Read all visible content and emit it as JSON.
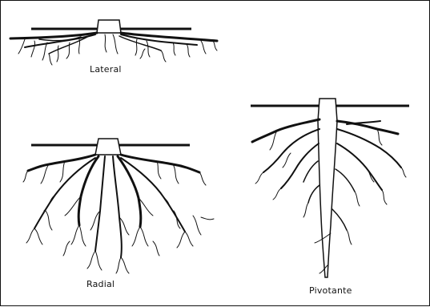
{
  "diagram": {
    "labels": {
      "lateral": "Lateral",
      "radial": "Radial",
      "pivotante": "Pivotante"
    },
    "stroke_color": "#111111",
    "background_color": "#ffffff"
  }
}
